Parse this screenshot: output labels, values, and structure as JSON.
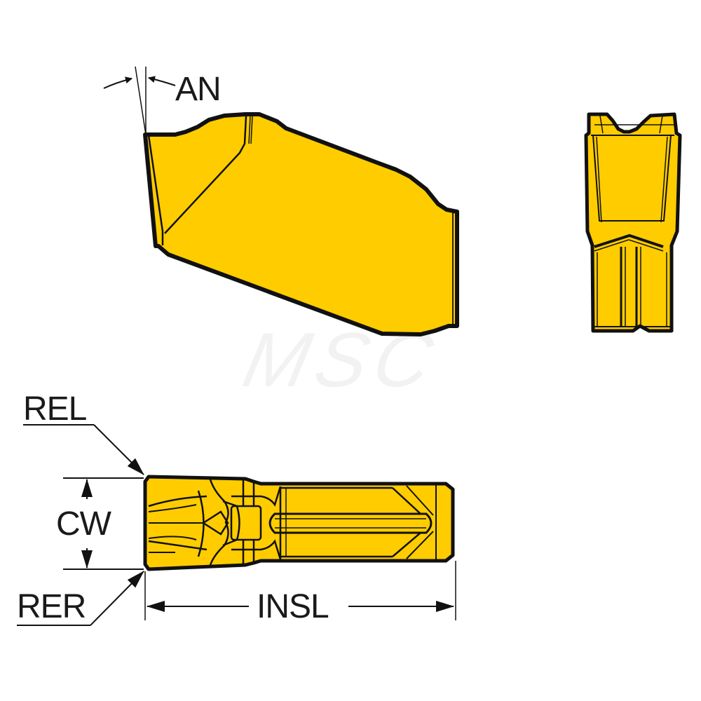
{
  "diagram": {
    "subject": "grooving / parting-off insert",
    "views": [
      "side-view",
      "end-view",
      "top-view"
    ],
    "colors": {
      "insert_fill": "#FFCC00",
      "outline": "#111111",
      "background": "#FFFFFF",
      "label_text": "#1A1A1A"
    }
  },
  "labels": {
    "an": "AN",
    "rel": "REL",
    "cw": "CW",
    "rer": "RER",
    "insl": "INSL"
  },
  "watermark": "MSC"
}
